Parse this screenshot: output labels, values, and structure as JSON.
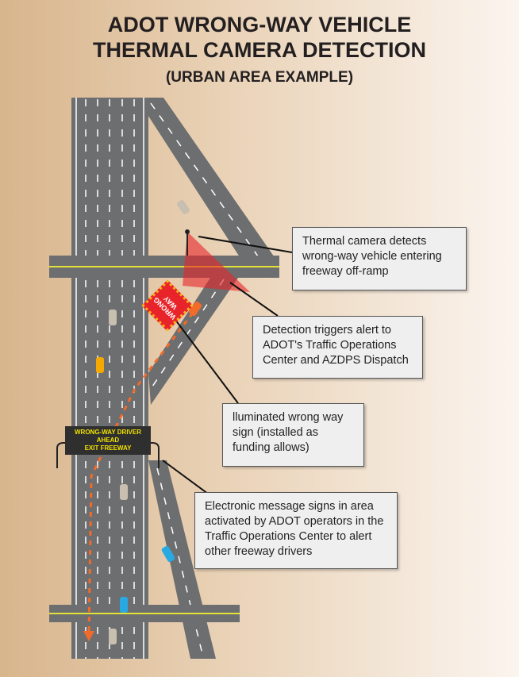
{
  "title": {
    "line1": "ADOT WRONG-WAY VEHICLE",
    "line2": "THERMAL CAMERA DETECTION",
    "line3": "(URBAN AREA EXAMPLE)"
  },
  "callouts": [
    {
      "text": "Thermal camera detects wrong-way vehicle entering freeway off-ramp"
    },
    {
      "text": "Detection triggers alert to ADOT's Traffic Operations Center and AZDPS Dispatch"
    },
    {
      "text": "lluminated wrong way sign (installed as funding allows)"
    },
    {
      "text": "Electronic message signs in area activated by ADOT operators in the Traffic Operations Center to alert other freeway drivers"
    }
  ],
  "message_sign": {
    "line1": "WRONG-WAY DRIVER",
    "line2": "AHEAD",
    "line3": "EXIT FREEWAY"
  },
  "wrong_way_sign": {
    "text": "WRONG WAY"
  },
  "colors": {
    "road": "#6d6e70",
    "alert": "#e8242a",
    "path": "#f26b2a",
    "centerline": "#e4e236"
  }
}
